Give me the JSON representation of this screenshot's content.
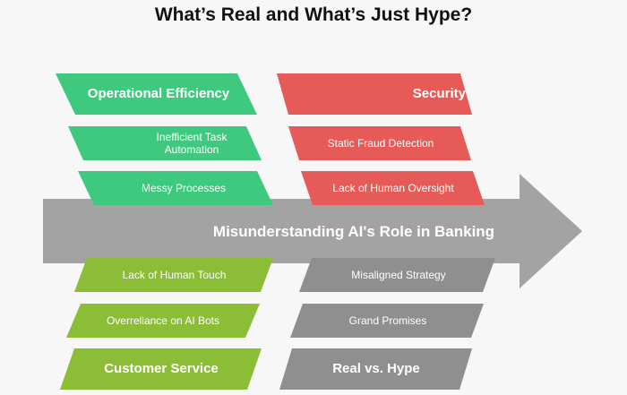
{
  "title": "What’s Real and What’s Just Hype?",
  "spine": {
    "label": "Misunderstanding AI's Role in Banking"
  },
  "branches": {
    "operational_efficiency": {
      "heading": "Operational Efficiency",
      "causes": [
        "Inefficient Task\nAutomation",
        "Messy Processes"
      ]
    },
    "security": {
      "heading": "Security",
      "causes": [
        "Static Fraud Detection",
        "Lack of Human Oversight"
      ]
    },
    "customer_service": {
      "heading": "Customer Service",
      "causes": [
        "Lack of Human Touch",
        "Overreliance on AI Bots"
      ]
    },
    "real_vs_hype": {
      "heading": "Real vs. Hype",
      "causes": [
        "Misaligned Strategy",
        "Grand Promises"
      ]
    }
  },
  "colors": {
    "green": "#3ec97e",
    "red": "#e65a57",
    "olive": "#8bbd36",
    "gray": "#8f8f8f",
    "arrow": "#a3a3a3"
  }
}
